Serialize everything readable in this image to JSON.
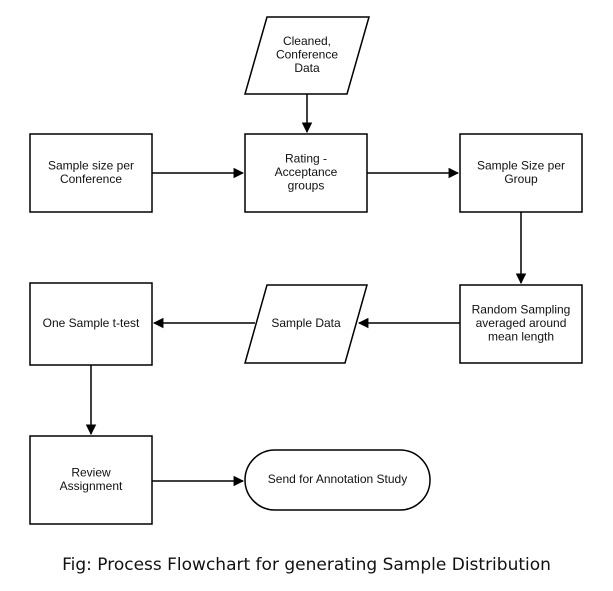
{
  "nodes": {
    "cleaned_data": {
      "shape": "parallelogram",
      "lines": [
        "Cleaned,",
        "Conference",
        "Data"
      ]
    },
    "sample_size_per_conference": {
      "shape": "rectangle",
      "lines": [
        "Sample size per",
        "Conference"
      ]
    },
    "rating_groups": {
      "shape": "rectangle",
      "lines": [
        "Rating -",
        "Acceptance",
        "groups"
      ]
    },
    "sample_size_per_group": {
      "shape": "rectangle",
      "lines": [
        "Sample Size per",
        "Group"
      ]
    },
    "random_sampling": {
      "shape": "rectangle",
      "lines": [
        "Random Sampling",
        "averaged around",
        "mean length"
      ]
    },
    "sample_data": {
      "shape": "parallelogram",
      "lines": [
        "Sample Data"
      ]
    },
    "one_sample_ttest": {
      "shape": "rectangle",
      "lines": [
        "One Sample t-test"
      ]
    },
    "review_assignment": {
      "shape": "rectangle",
      "lines": [
        "Review",
        "Assignment"
      ]
    },
    "send_annotation": {
      "shape": "terminator",
      "lines": [
        "Send for Annotation Study"
      ]
    }
  },
  "edges": [
    {
      "from": "cleaned_data",
      "to": "rating_groups"
    },
    {
      "from": "sample_size_per_conference",
      "to": "rating_groups"
    },
    {
      "from": "rating_groups",
      "to": "sample_size_per_group"
    },
    {
      "from": "sample_size_per_group",
      "to": "random_sampling"
    },
    {
      "from": "random_sampling",
      "to": "sample_data"
    },
    {
      "from": "sample_data",
      "to": "one_sample_ttest"
    },
    {
      "from": "one_sample_ttest",
      "to": "review_assignment"
    },
    {
      "from": "review_assignment",
      "to": "send_annotation"
    }
  ],
  "caption": "Fig: Process Flowchart for generating Sample Distribution",
  "colors": {
    "stroke": "#000000",
    "fill": "#ffffff",
    "text": "#111111"
  }
}
